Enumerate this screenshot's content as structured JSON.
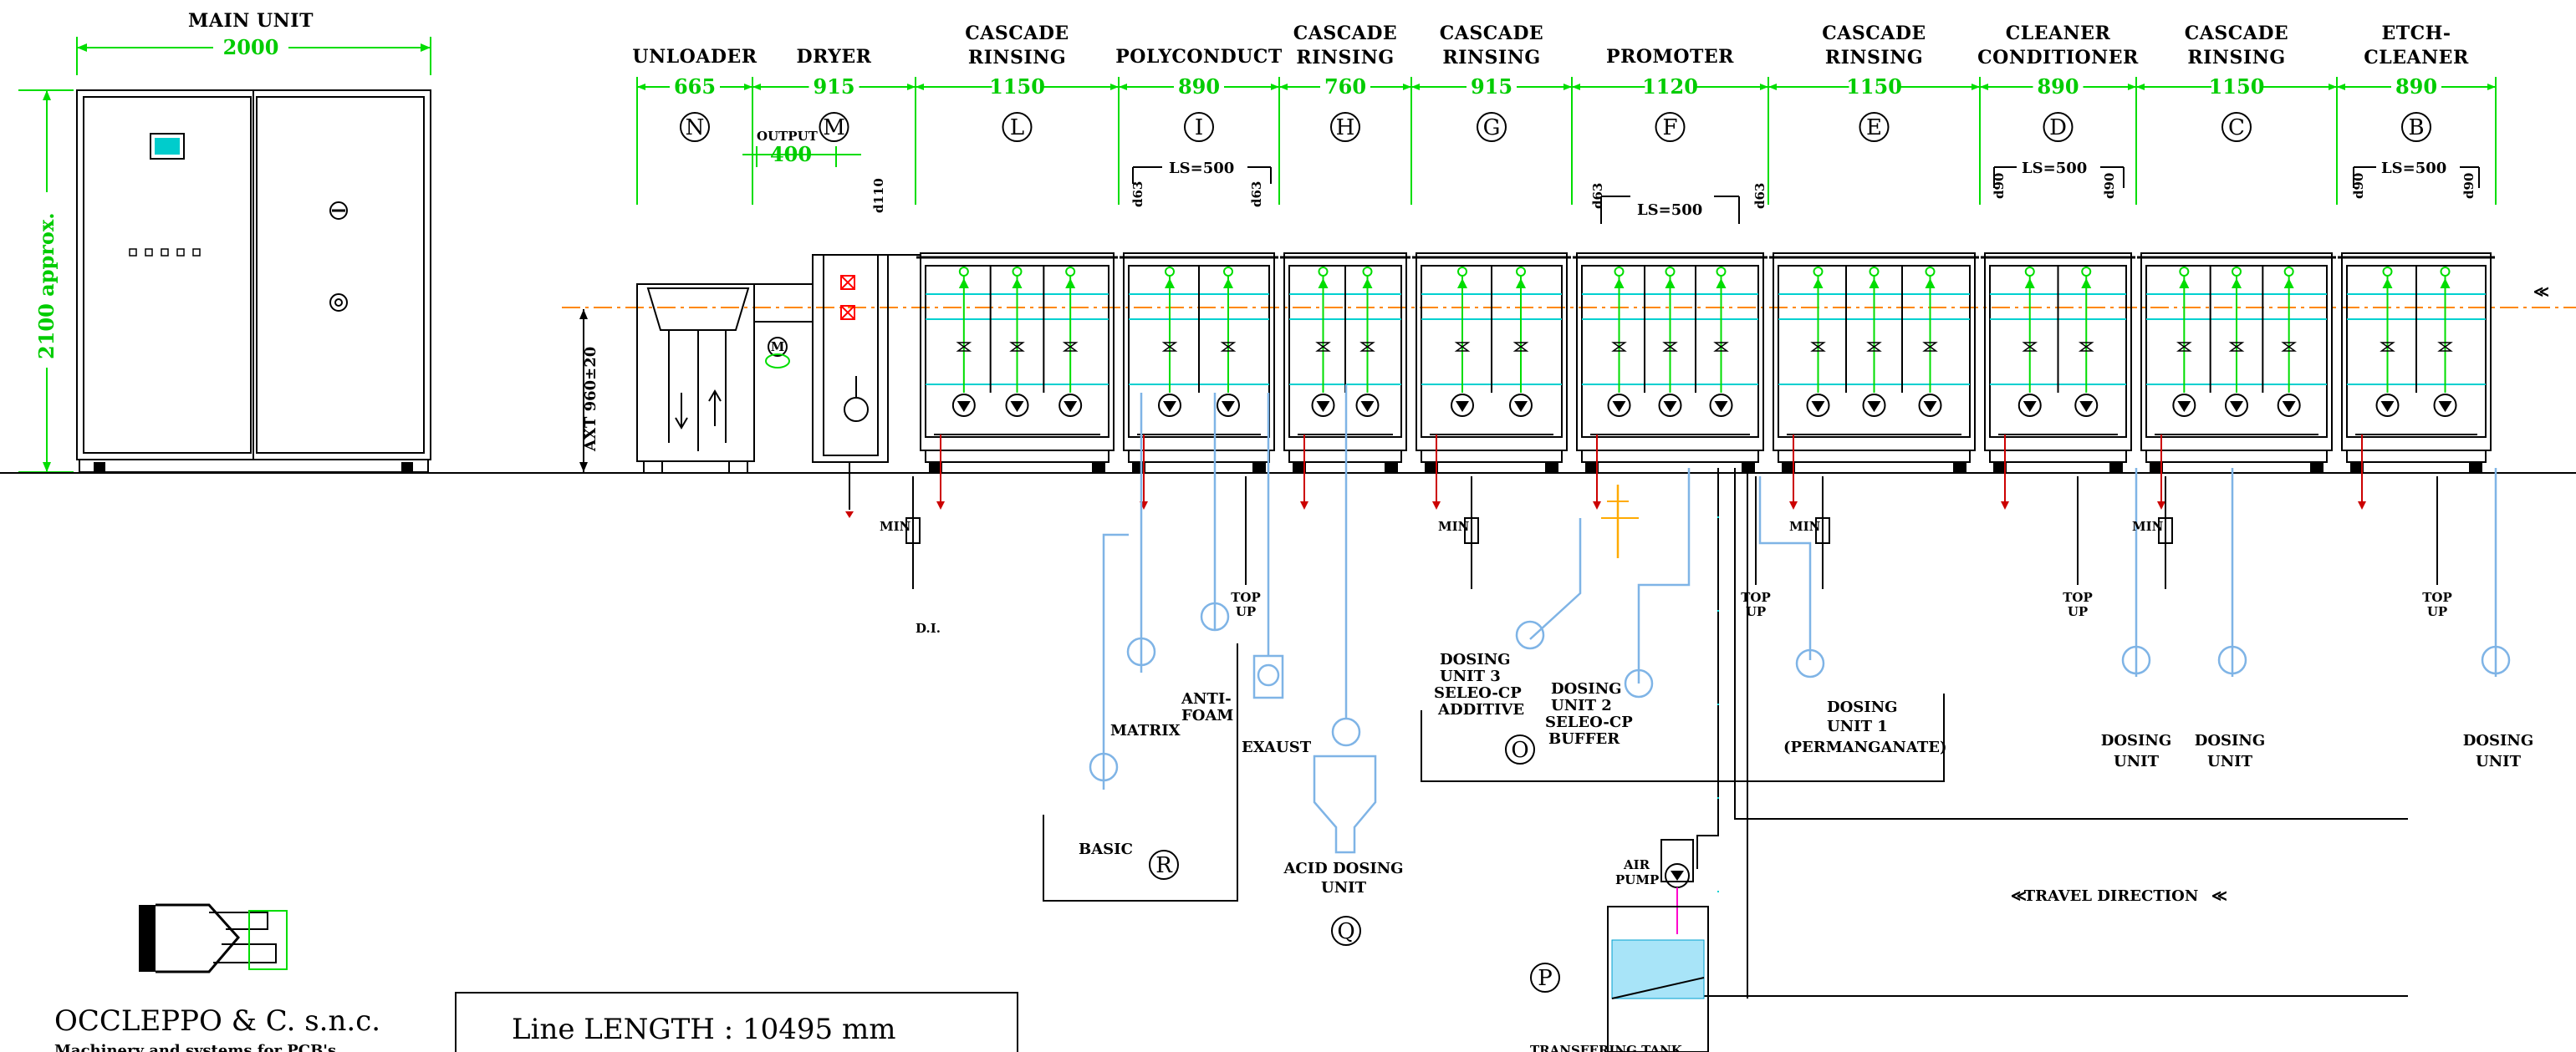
{
  "main_unit": {
    "title": "MAIN  UNIT",
    "width_dim": "2000",
    "height_dim": "2100  approx."
  },
  "axis_label": "AXT  960±20",
  "sections": [
    {
      "id": "N",
      "name": [
        "UNLOADER"
      ],
      "dim": "665"
    },
    {
      "id": "M",
      "name": [
        "DRYER"
      ],
      "dim": "915"
    },
    {
      "id": "L",
      "name": [
        "CASCADE",
        "RINSING"
      ],
      "dim": "1150"
    },
    {
      "id": "I",
      "name": [
        "POLYCONDUCT"
      ],
      "dim": "890"
    },
    {
      "id": "H",
      "name": [
        "CASCADE",
        "RINSING"
      ],
      "dim": "760"
    },
    {
      "id": "G",
      "name": [
        "CASCADE",
        "RINSING"
      ],
      "dim": "915"
    },
    {
      "id": "F",
      "name": [
        "PROMOTER"
      ],
      "dim": "1120"
    },
    {
      "id": "E",
      "name": [
        "CASCADE",
        "RINSING"
      ],
      "dim": "1150"
    },
    {
      "id": "D",
      "name": [
        "CLEANER",
        "CONDITIONER"
      ],
      "dim": "890"
    },
    {
      "id": "C",
      "name": [
        "CASCADE",
        "RINSING"
      ],
      "dim": "1150"
    },
    {
      "id": "B",
      "name": [
        "ETCH-",
        "CLEANER"
      ],
      "dim": "890"
    }
  ],
  "output": {
    "label": "OUTPUT",
    "dim": "400"
  },
  "ls_labels": {
    "i": "LS=500",
    "f": "LS=500",
    "d": "LS=500",
    "b": "LS=500"
  },
  "duct_labels": {
    "m": "d110",
    "i_left": "d63",
    "i_right": "d63",
    "f_left": "d63",
    "f_right": "d63",
    "d_left": "d90",
    "d_right": "d90",
    "b_left": "d90",
    "b_right": "d90"
  },
  "bottom_labels": {
    "min": "MIN",
    "di": "D.I.",
    "topup": [
      "TOP",
      "UP"
    ],
    "matrix": "MATRIX",
    "antifoam": [
      "ANTI-",
      "FOAM"
    ],
    "exaust": "EXAUST",
    "basic": "BASIC",
    "acid_dosing": [
      "ACID  DOSING",
      "UNIT"
    ],
    "dosing3": [
      "DOSING",
      "UNIT  3",
      "SELEO-CP",
      "ADDITIVE"
    ],
    "dosing2": [
      "DOSING",
      "UNIT  2",
      "SELEO-CP",
      "BUFFER"
    ],
    "dosing1": [
      "DOSING",
      "UNIT  1",
      "(PERMANGANATE)"
    ],
    "dosing_unit": [
      "DOSING",
      "UNIT"
    ],
    "air_pump": [
      "AIR",
      "PUMP"
    ],
    "tank": "TRANSFERING  TANK",
    "group_r": "R",
    "group_q": "Q",
    "group_o": "O",
    "group_p": "P"
  },
  "travel_direction": "TRAVEL  DIRECTION",
  "company": {
    "name": "OCCLEPPO  &  C.  s.n.c.",
    "tagline": "Machinery  and  systems  for  PCB's"
  },
  "line_length": "Line  LENGTH  :  10495  mm",
  "colors": {
    "dimension": "#00cc00",
    "water": "#00d0d0",
    "dosing": "#7fb4e6",
    "heater": "#ff3300",
    "drain": "#cc0000"
  }
}
